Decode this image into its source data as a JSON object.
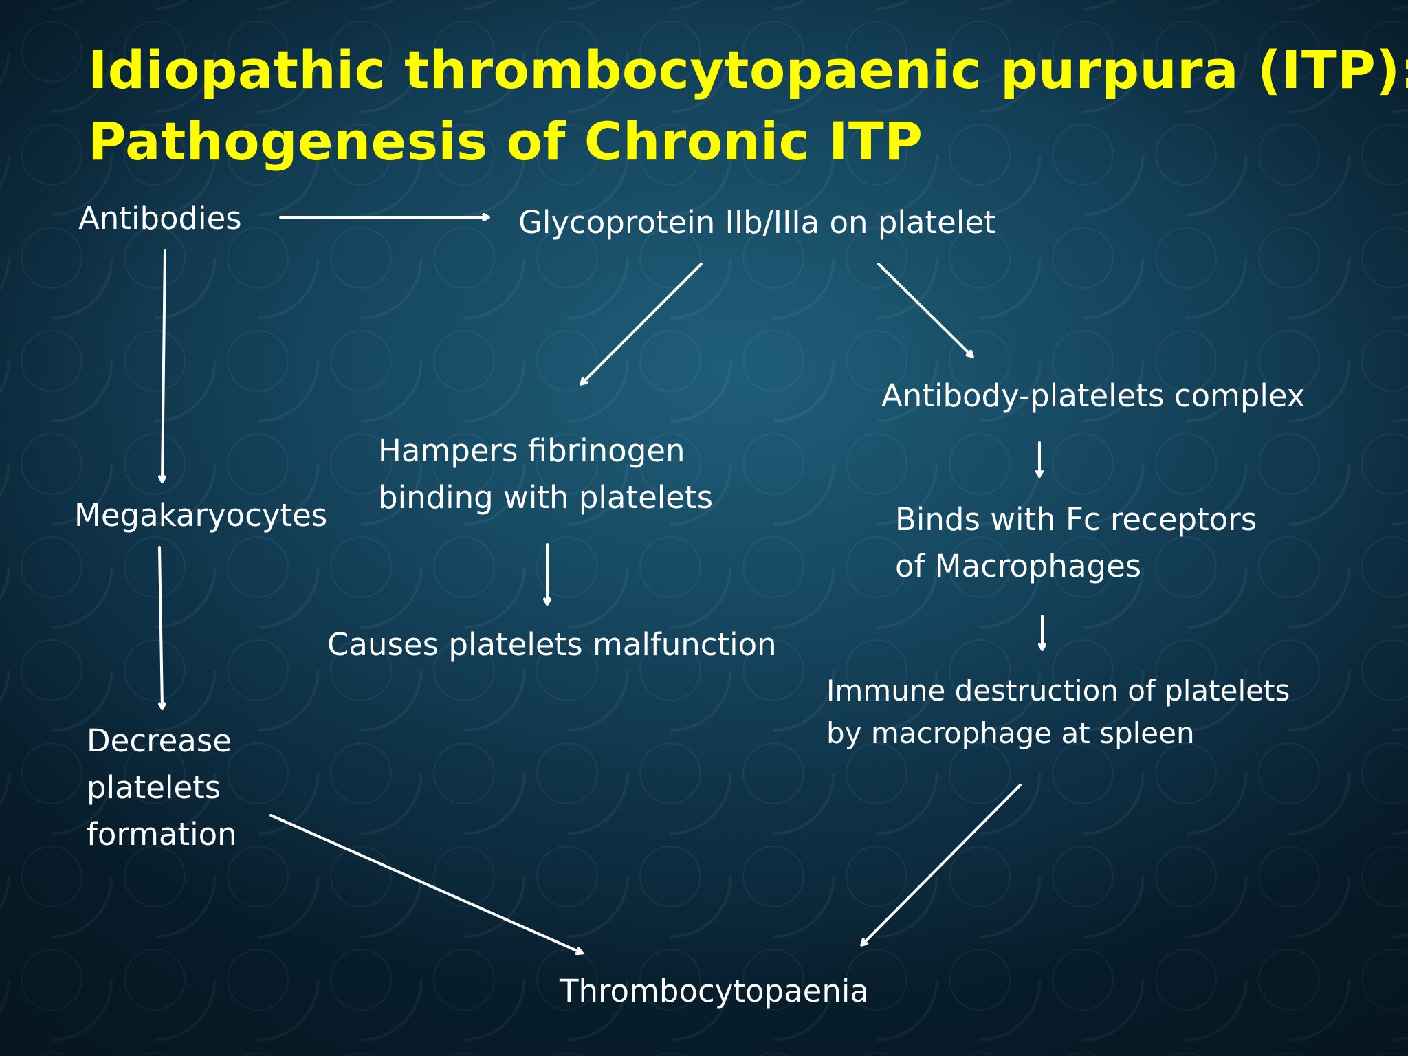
{
  "title": {
    "line1": "Idiopathic thrombocytopaenic purpura (ITP):",
    "line2": "Pathogenesis of Chronic ITP"
  },
  "nodes": {
    "antibodies": "Antibodies",
    "glycoprotein": "Glycoprotein IIb/IIIa on platelet",
    "antibody_platelets_complex": "Antibody-platelets complex",
    "hampers_fibrinogen": {
      "line1": "Hampers fibrinogen",
      "line2": "binding with platelets"
    },
    "megakaryocytes": "Megakaryocytes",
    "binds_fc_receptors": {
      "line1": "Binds with Fc receptors",
      "line2": "of Macrophages"
    },
    "causes_malfunction": "Causes platelets malfunction",
    "immune_destruction": {
      "line1": "Immune destruction of platelets",
      "line2": "by macrophage at spleen"
    },
    "decrease_formation": {
      "line1": "Decrease",
      "line2": "platelets",
      "line3": "formation"
    },
    "thrombocytopaenia": "Thrombocytopaenia"
  },
  "colors": {
    "title": "#ffff00",
    "text": "#ffffff",
    "arrow": "#ffffff",
    "background": "#174a63"
  }
}
